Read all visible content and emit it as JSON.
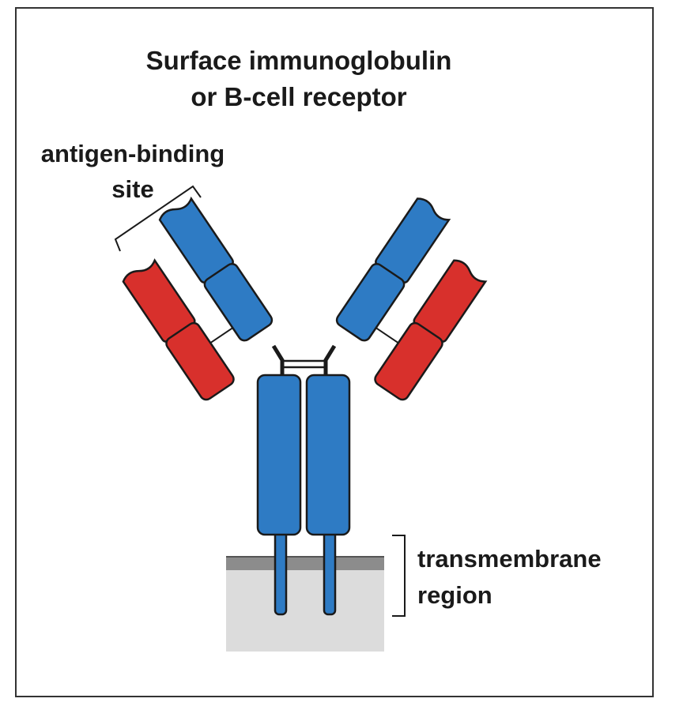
{
  "title": {
    "line1": "Surface immunoglobulin",
    "line2": "or B-cell receptor"
  },
  "labels": {
    "antigen_binding_line1": "antigen-binding",
    "antigen_binding_line2": "site",
    "transmembrane_line1": "transmembrane",
    "transmembrane_line2": "region"
  },
  "colors": {
    "heavy_chain": "#2e7bc4",
    "light_chain": "#d8302c",
    "outline": "#1a1a1a",
    "membrane_band": "#8c8c8c",
    "cytoplasm": "#dcdcdc",
    "frame": "#333333"
  }
}
